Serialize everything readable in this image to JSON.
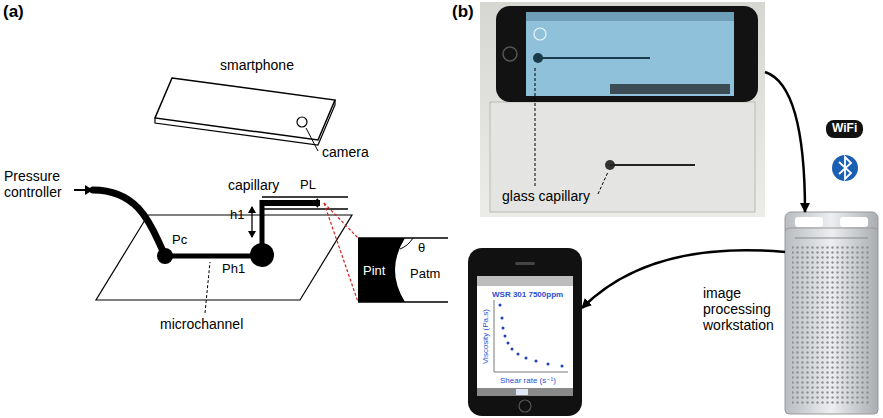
{
  "diagram": {
    "nodes": [
      {
        "text": [
          "glass capillary"
        ]
      },
      {
        "text": [
          "image processing workstation"
        ]
      },
      {
        "text": [
          "WSR 301 7500ppm",
          "Viscosity (Pa.s)",
          "Shear rate (s⁻¹)"
        ]
      }
    ],
    "edges": [
      {
        "from": 0,
        "to": 1,
        "arrow": "to"
      },
      {
        "from": 1,
        "to": 2,
        "arrow": "to"
      }
    ],
    "labels": [
      "(a)",
      "(b)",
      "Pressure controller",
      "smartphone",
      "camera",
      "capillary",
      "h1",
      "PL",
      "Pc",
      "Ph1",
      "microchannel",
      "Pint",
      "Patm",
      "θ",
      "WiFi"
    ]
  }
}
